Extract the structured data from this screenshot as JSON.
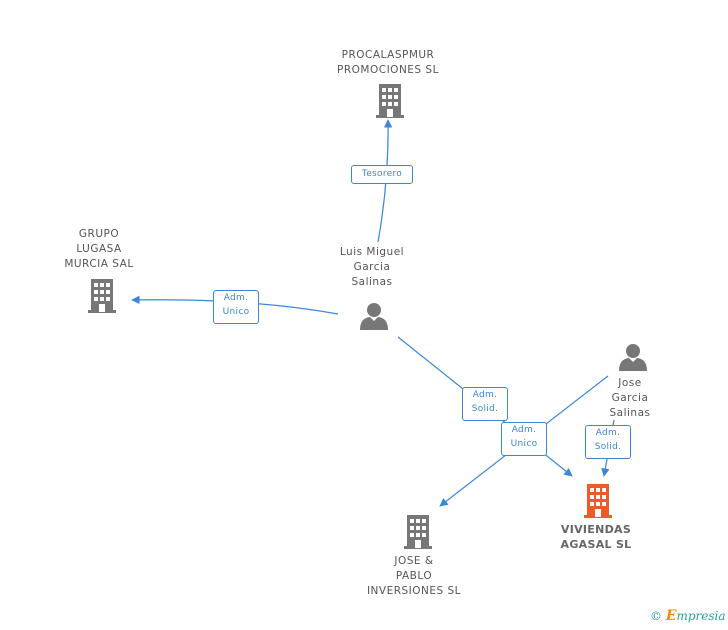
{
  "nodes": {
    "procalaspmur": {
      "label": "PROCALASPMUR\nPROMOCIONES SL",
      "type": "company"
    },
    "grupo_lugasa": {
      "label": "GRUPO\nLUGASA\nMURCIA SAL",
      "type": "company"
    },
    "luis_miguel": {
      "label": "Luis Miguel\nGarcia\nSalinas",
      "type": "person"
    },
    "jose_garcia": {
      "label": "Jose\nGarcia\nSalinas",
      "type": "person"
    },
    "viviendas": {
      "label": "VIVIENDAS\nAGASAL SL",
      "type": "company",
      "highlight": true
    },
    "jose_pablo": {
      "label": "JOSE &\nPABLO\nINVERSIONES SL",
      "type": "company"
    }
  },
  "edges": {
    "tesorero": "Tesorero",
    "adm_unico_grupo": "Adm.\nUnico",
    "adm_solid_luis": "Adm.\nSolid.",
    "adm_unico_jose_pablo": "Adm.\nUnico",
    "adm_solid_jose": "Adm.\nSolid."
  },
  "colors": {
    "edge": "#3a87d8",
    "company_icon": "#777777",
    "highlight_icon": "#f05a28",
    "person_icon": "#777777"
  },
  "brand": {
    "copyright": "©",
    "e": "E",
    "rest": "mpresia"
  }
}
